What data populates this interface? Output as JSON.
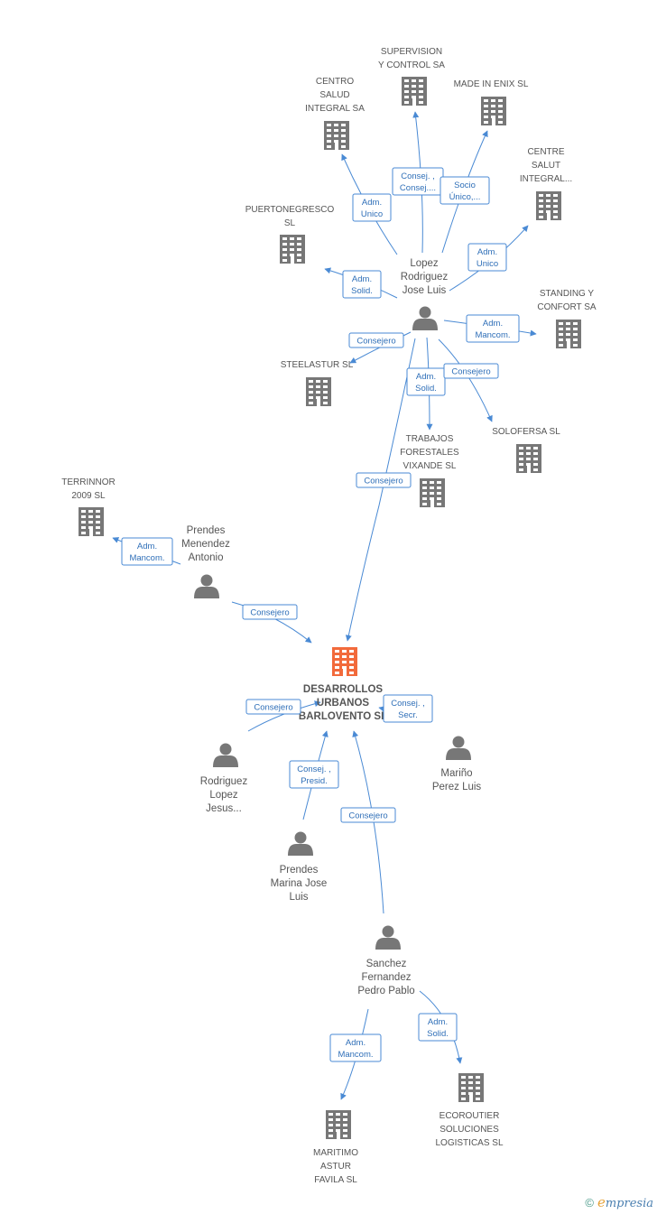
{
  "colors": {
    "edge": "#4a8ad4",
    "node_icon": "#777777",
    "focus_icon": "#f26a3b",
    "label_text": "#555555",
    "rel_text": "#2f6fb8"
  },
  "nodes": {
    "supervision": {
      "type": "company",
      "label": [
        "SUPERVISION",
        "Y CONTROL SA"
      ]
    },
    "centro_salud": {
      "type": "company",
      "label": [
        "CENTRO",
        "SALUD",
        "INTEGRAL SA"
      ]
    },
    "made_in_enix": {
      "type": "company",
      "label": [
        "MADE IN ENIX SL"
      ]
    },
    "centre_salut": {
      "type": "company",
      "label": [
        "CENTRE",
        "SALUT",
        "INTEGRAL..."
      ]
    },
    "puertonegresco": {
      "type": "company",
      "label": [
        "PUERTONEGRESCO",
        "SL"
      ]
    },
    "lopez": {
      "type": "person",
      "label": [
        "Lopez",
        "Rodriguez",
        "Jose Luis"
      ]
    },
    "standing": {
      "type": "company",
      "label": [
        "STANDING Y",
        "CONFORT SA"
      ]
    },
    "steelastur": {
      "type": "company",
      "label": [
        "STEELASTUR SL"
      ]
    },
    "solofersa": {
      "type": "company",
      "label": [
        "SOLOFERSA SL"
      ]
    },
    "trabajos": {
      "type": "company",
      "label": [
        "TRABAJOS",
        "FORESTALES",
        "VIXANDE SL"
      ]
    },
    "terrinnor": {
      "type": "company",
      "label": [
        "TERRINNOR",
        "2009 SL"
      ]
    },
    "prendes_menendez": {
      "type": "person",
      "label": [
        "Prendes",
        "Menendez",
        "Antonio"
      ]
    },
    "desarrollos": {
      "type": "focus",
      "label": [
        "DESARROLLOS",
        "URBANOS",
        "BARLOVENTO SL"
      ]
    },
    "rodriguez_lopez": {
      "type": "person",
      "label": [
        "Rodriguez",
        "Lopez",
        "Jesus..."
      ]
    },
    "marino": {
      "type": "person",
      "label": [
        "Mariño",
        "Perez Luis"
      ]
    },
    "prendes_marina": {
      "type": "person",
      "label": [
        "Prendes",
        "Marina Jose",
        "Luis"
      ]
    },
    "sanchez": {
      "type": "person",
      "label": [
        "Sanchez",
        "Fernandez",
        "Pedro Pablo"
      ]
    },
    "maritimo": {
      "type": "company",
      "label": [
        "MARITIMO",
        "ASTUR",
        "FAVILA SL"
      ]
    },
    "ecoroutier": {
      "type": "company",
      "label": [
        "ECOROUTIER",
        "SOLUCIONES",
        "LOGISTICAS SL"
      ]
    }
  },
  "relations": [
    {
      "from": "lopez",
      "to": "supervision",
      "label": [
        "Consej. ,",
        "Consej...."
      ]
    },
    {
      "from": "lopez",
      "to": "centro_salud",
      "label": [
        "Adm.",
        "Unico"
      ]
    },
    {
      "from": "lopez",
      "to": "made_in_enix",
      "label": [
        "Socio",
        "Único,..."
      ]
    },
    {
      "from": "lopez",
      "to": "centre_salut",
      "label": [
        "Adm.",
        "Unico"
      ]
    },
    {
      "from": "lopez",
      "to": "puertonegresco",
      "label": [
        "Adm.",
        "Solid."
      ]
    },
    {
      "from": "lopez",
      "to": "standing",
      "label": [
        "Adm.",
        "Mancom."
      ]
    },
    {
      "from": "lopez",
      "to": "steelastur",
      "label": [
        "Consejero"
      ]
    },
    {
      "from": "lopez",
      "to": "trabajos",
      "label": [
        "Adm.",
        "Solid."
      ]
    },
    {
      "from": "lopez",
      "to": "solofersa",
      "label": [
        "Consejero"
      ]
    },
    {
      "from": "lopez",
      "to": "desarrollos",
      "label": [
        "Consejero"
      ]
    },
    {
      "from": "prendes_menendez",
      "to": "terrinnor",
      "label": [
        "Adm.",
        "Mancom."
      ]
    },
    {
      "from": "prendes_menendez",
      "to": "desarrollos",
      "label": [
        "Consejero"
      ]
    },
    {
      "from": "rodriguez_lopez",
      "to": "desarrollos",
      "label": [
        "Consejero"
      ]
    },
    {
      "from": "marino",
      "to": "desarrollos",
      "label": [
        "Consej. ,",
        "Secr."
      ]
    },
    {
      "from": "prendes_marina",
      "to": "desarrollos",
      "label": [
        "Consej. ,",
        "Presid."
      ]
    },
    {
      "from": "sanchez",
      "to": "desarrollos",
      "label": [
        "Consejero"
      ]
    },
    {
      "from": "sanchez",
      "to": "maritimo",
      "label": [
        "Adm.",
        "Mancom."
      ]
    },
    {
      "from": "sanchez",
      "to": "ecoroutier",
      "label": [
        "Adm.",
        "Solid."
      ]
    }
  ],
  "brand": {
    "copyright": "©",
    "logo_initial": "e",
    "logo_rest": "mpresia"
  }
}
